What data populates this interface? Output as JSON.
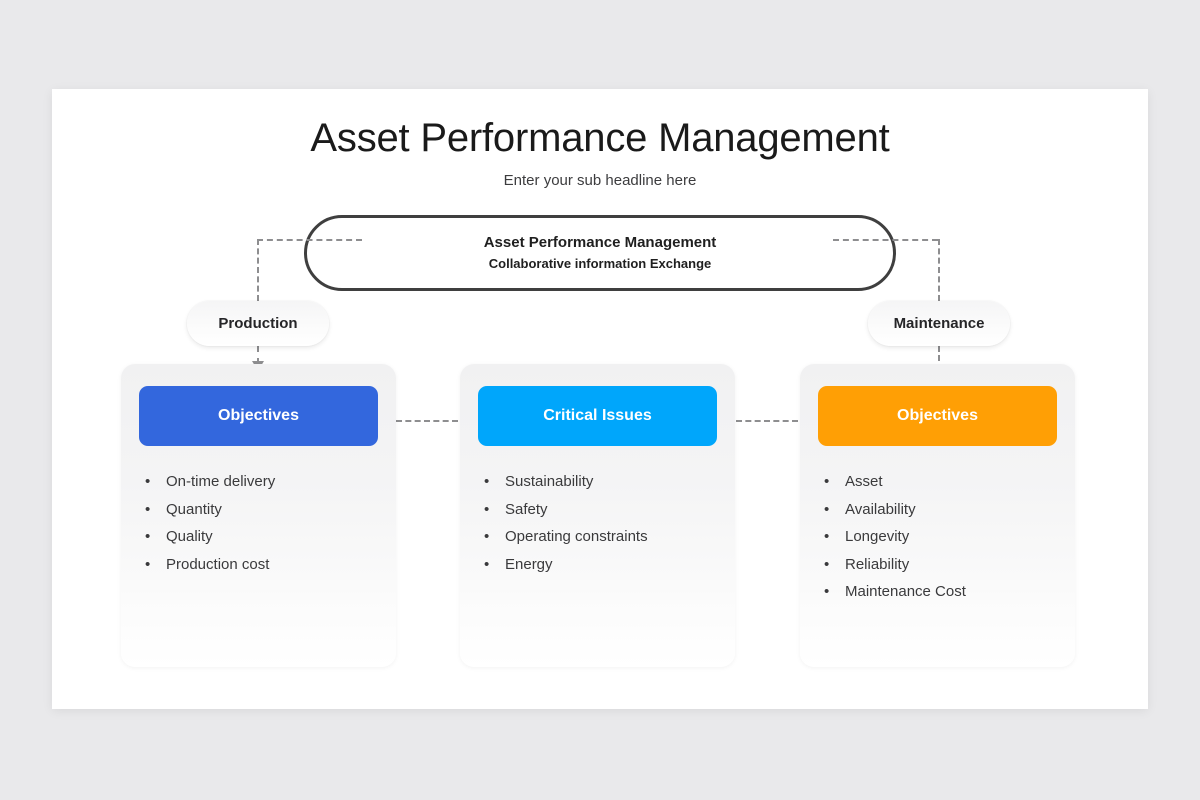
{
  "slide": {
    "title": "Asset Performance Management",
    "subtitle": "Enter your sub headline here"
  },
  "master_capsule": {
    "line1": "Asset Performance Management",
    "line2": "Collaborative information Exchange"
  },
  "branches": {
    "left_label": "Production",
    "right_label": "Maintenance"
  },
  "colors": {
    "blue": "#3367DD",
    "cyan": "#00A6FB",
    "orange": "#FF9F05",
    "connector": "#8e8e90",
    "capsule_border": "#3f3f3f",
    "card_bg": "#f2f2f3",
    "page_bg": "#e9e9eb"
  },
  "cards": [
    {
      "header": "Objectives",
      "header_color": "#3367DD",
      "items": [
        "On-time delivery",
        "Quantity",
        "Quality",
        "Production cost"
      ]
    },
    {
      "header": "Critical Issues",
      "header_color": "#00A6FB",
      "items": [
        "Sustainability",
        "Safety",
        "Operating constraints",
        "Energy"
      ]
    },
    {
      "header": "Objectives",
      "header_color": "#FF9F05",
      "items": [
        "Asset",
        "Availability",
        "Longevity",
        "Reliability",
        "Maintenance Cost"
      ]
    }
  ]
}
